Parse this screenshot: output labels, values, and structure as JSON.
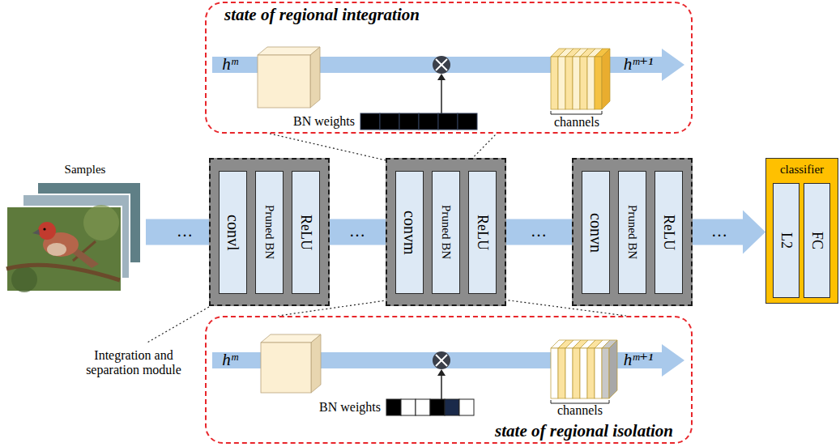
{
  "diagram": {
    "nodes": [
      {
        "text": [
          "state of regional integration"
        ]
      },
      {
        "text": []
      },
      {
        "text": [
          "convl"
        ],
        "in": 1
      },
      {
        "text": [
          "Pruned BN"
        ],
        "in": 1
      },
      {
        "text": [
          "ReLU"
        ],
        "in": 1
      },
      {
        "text": []
      },
      {
        "text": [
          "convm"
        ],
        "in": 5
      },
      {
        "text": [
          "Pruned BN"
        ],
        "in": 5
      },
      {
        "text": [
          "ReLU"
        ],
        "in": 5
      },
      {
        "text": []
      },
      {
        "text": [
          "convn"
        ],
        "in": 9
      },
      {
        "text": [
          "Pruned BN"
        ],
        "in": 9
      },
      {
        "text": [
          "ReLU"
        ],
        "in": 9
      },
      {
        "text": [
          "classifier"
        ]
      },
      {
        "text": [
          "L2"
        ],
        "in": 13
      },
      {
        "text": [
          "FC"
        ],
        "in": 13
      },
      {
        "text": [
          "state of regional isolation"
        ]
      }
    ],
    "edges": [
      {
        "from": 7,
        "to": 0,
        "arrow": "none"
      },
      {
        "from": 7,
        "to": 16,
        "arrow": "none"
      },
      {
        "from": 1,
        "to": 5,
        "arrow": "none"
      },
      {
        "from": 5,
        "to": 9,
        "arrow": "none"
      },
      {
        "from": 9,
        "to": 13,
        "arrow": "to"
      }
    ],
    "labels": [
      "Samples",
      "…",
      "…",
      "…",
      "…",
      "Integration and separation module",
      "hᵐ",
      "BN weights",
      "channels",
      "hᵐ⁺¹",
      "hᵐ",
      "BN weights",
      "channels",
      "hᵐ⁺¹"
    ]
  }
}
